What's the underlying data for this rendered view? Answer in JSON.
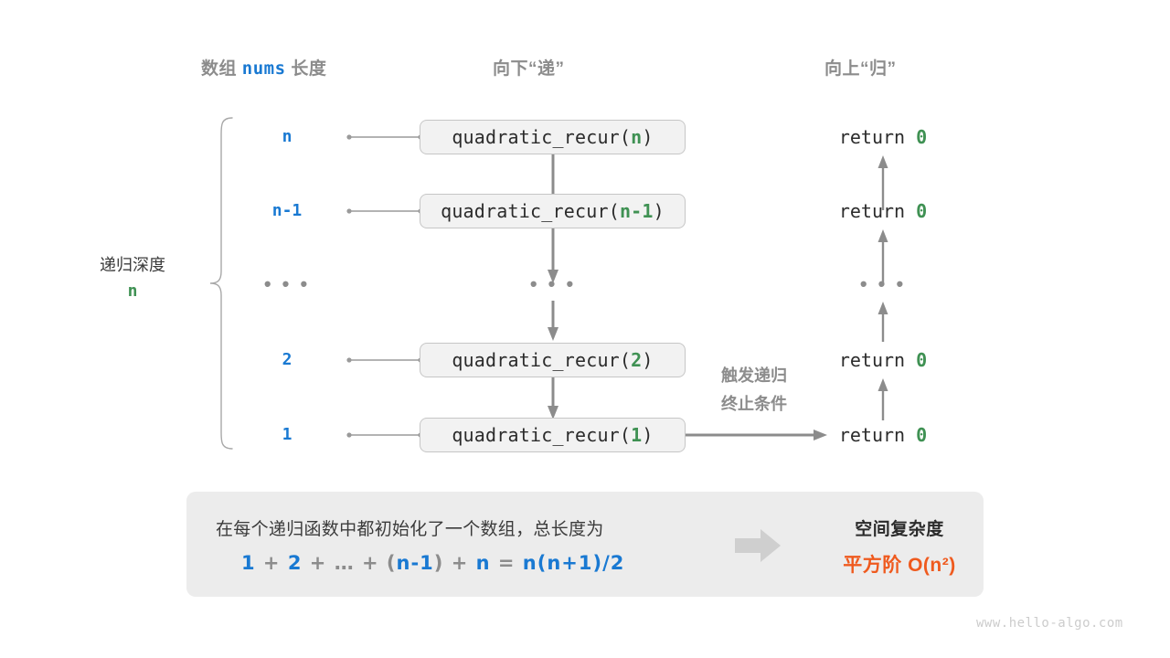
{
  "headers": {
    "left": {
      "pre": "数组 ",
      "code": "nums",
      "post": " 长度"
    },
    "middle": "向下“递”",
    "right": "向上“归”"
  },
  "depth": {
    "label": "递归深度",
    "value": "n"
  },
  "levels": [
    {
      "value": "n",
      "call_prefix": "quadratic_recur(",
      "call_arg": "n",
      "call_suffix": ")",
      "return": "return ",
      "return_value": "0"
    },
    {
      "value": "n-1",
      "call_prefix": "quadratic_recur(",
      "call_arg": "n-1",
      "call_suffix": ")",
      "return": "return ",
      "return_value": "0"
    },
    {
      "value": "2",
      "call_prefix": "quadratic_recur(",
      "call_arg": "2",
      "call_suffix": ")",
      "return": "return ",
      "return_value": "0"
    },
    {
      "value": "1",
      "call_prefix": "quadratic_recur(",
      "call_arg": "1",
      "call_suffix": ")",
      "return": "return ",
      "return_value": "0"
    }
  ],
  "ellipsis": "• • •",
  "trigger_note": {
    "line1": "触发递归",
    "line2": "终止条件"
  },
  "summary": {
    "text": "在每个递归函数中都初始化了一个数组，总长度为",
    "formula": {
      "t1": "1",
      "op1": " + ",
      "t2": "2",
      "op2": " + ",
      "t3": "…",
      "op3": " + ",
      "p1": "(",
      "t4": "n-1",
      "p2": ")",
      "op4": " + ",
      "t5": "n",
      "eq": " = ",
      "t6": "n(n+1)/2"
    },
    "right_title": "空间复杂度",
    "right_value": "平方阶 O(n²)"
  },
  "watermark": "www.hello-algo.com",
  "colors": {
    "blue": "#1979d2",
    "green": "#3f9153",
    "orange": "#ef5a1e",
    "gray_text": "#8c8c8c",
    "dark_text": "#3b3b3b",
    "box_fill": "#f2f2f2",
    "box_border": "#c6c6c6",
    "panel_fill": "#ececec",
    "arrow": "#8c8c8c"
  }
}
